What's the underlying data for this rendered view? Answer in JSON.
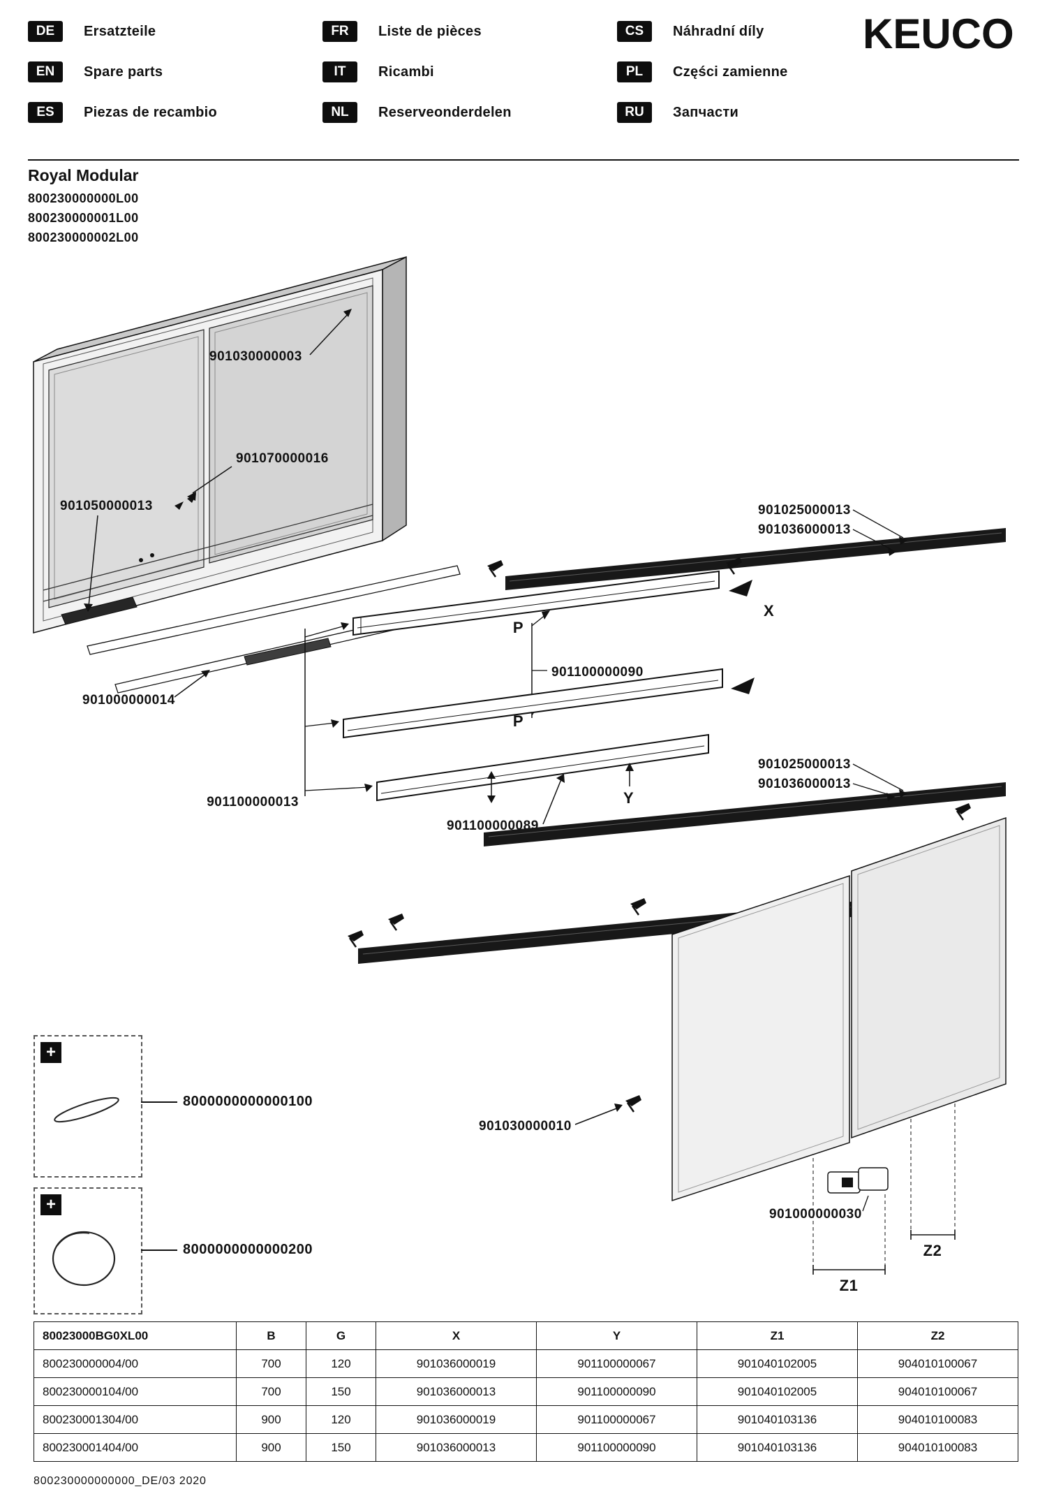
{
  "header": {
    "brand": "KEUCO",
    "languages": [
      {
        "code": "DE",
        "label": "Ersatzteile"
      },
      {
        "code": "EN",
        "label": "Spare parts"
      },
      {
        "code": "ES",
        "label": "Piezas de recambio"
      },
      {
        "code": "FR",
        "label": "Liste de pièces"
      },
      {
        "code": "IT",
        "label": "Ricambi"
      },
      {
        "code": "NL",
        "label": "Reserveonderdelen"
      },
      {
        "code": "CS",
        "label": "Náhradní díly"
      },
      {
        "code": "PL",
        "label": "Części zamienne"
      },
      {
        "code": "RU",
        "label": "Запчасти"
      }
    ]
  },
  "product": {
    "title": "Royal Modular",
    "codes": [
      "800230000000L00",
      "800230000001L00",
      "800230000002L00"
    ]
  },
  "diagram": {
    "labels": {
      "top_bracket": "901030000003",
      "hinge": "901070000016",
      "door_left": "901050000013",
      "bottom_rail": "901000000014",
      "profile_top_a": "901025000013",
      "profile_top_b": "901036000013",
      "profile_x": "901100000090",
      "profiles_left": "901100000013",
      "profile_low": "901100000089",
      "profile_mid_a": "901025000013",
      "profile_mid_b": "901036000013",
      "door_clip": "901030000010",
      "mounting_bracket": "901000000030"
    },
    "markers": {
      "x": "X",
      "y": "Y",
      "z1": "Z1",
      "z2": "Z2",
      "p1": "P",
      "p2": "P"
    }
  },
  "details": [
    {
      "part": "8000000000000100"
    },
    {
      "part": "8000000000000200"
    }
  ],
  "icons": {
    "plus": "+"
  },
  "table": {
    "headers": [
      "80023000BG0XL00",
      "B",
      "G",
      "X",
      "Y",
      "Z1",
      "Z2"
    ],
    "rows": [
      [
        "800230000004/00",
        "700",
        "120",
        "901036000019",
        "901100000067",
        "901040102005",
        "904010100067"
      ],
      [
        "800230000104/00",
        "700",
        "150",
        "901036000013",
        "901100000090",
        "901040102005",
        "904010100067"
      ],
      [
        "800230001304/00",
        "900",
        "120",
        "901036000019",
        "901100000067",
        "901040103136",
        "904010100083"
      ],
      [
        "800230001404/00",
        "900",
        "150",
        "901036000013",
        "901100000090",
        "901040103136",
        "904010100083"
      ]
    ]
  },
  "footer": {
    "doc_code": "800230000000000_DE/03 2020"
  }
}
